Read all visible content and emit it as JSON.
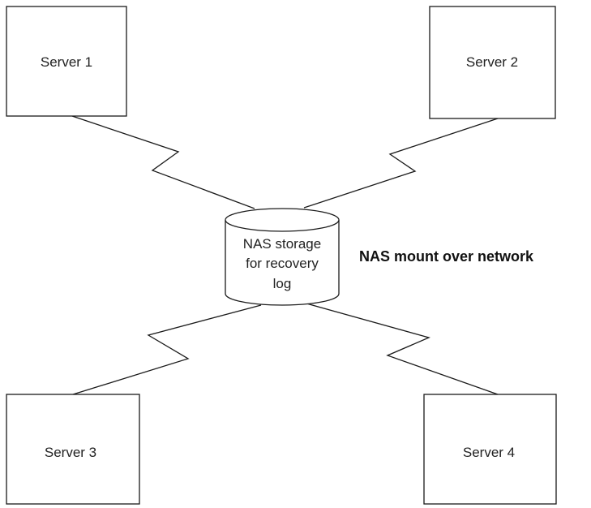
{
  "servers": [
    {
      "id": "server-1",
      "label": "Server 1"
    },
    {
      "id": "server-2",
      "label": "Server 2"
    },
    {
      "id": "server-3",
      "label": "Server 3"
    },
    {
      "id": "server-4",
      "label": "Server 4"
    }
  ],
  "storage": {
    "lines": [
      "NAS storage",
      "for recovery",
      "log"
    ]
  },
  "caption": "NAS mount over network"
}
